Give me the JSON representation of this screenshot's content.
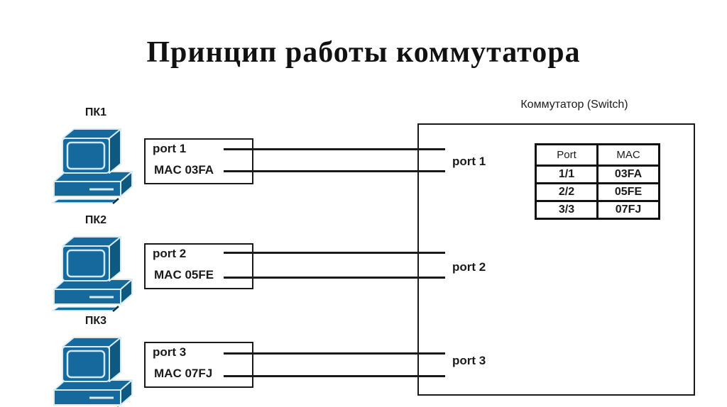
{
  "title": "Принцип работы коммутатора",
  "colors": {
    "line": "#1a1a1a",
    "pc_fill": "#16699C",
    "pc_side": "#0F5880",
    "pc_outline": "#D8ECF6"
  },
  "pcs": [
    {
      "name": "ПК1",
      "port": "port 1",
      "mac": "MAC 03FA"
    },
    {
      "name": "ПК2",
      "port": "port 2",
      "mac": "MAC 05FE"
    },
    {
      "name": "ПК3",
      "port": "port 3",
      "mac": "MAC 07FJ"
    }
  ],
  "switch": {
    "label": "Коммутатор (Switch)",
    "ports": [
      "port 1",
      "port 2",
      "port 3"
    ],
    "table": {
      "headers": [
        "Port",
        "MAC"
      ],
      "rows": [
        [
          "1/1",
          "03FA"
        ],
        [
          "2/2",
          "05FE"
        ],
        [
          "3/3",
          "07FJ"
        ]
      ]
    }
  }
}
